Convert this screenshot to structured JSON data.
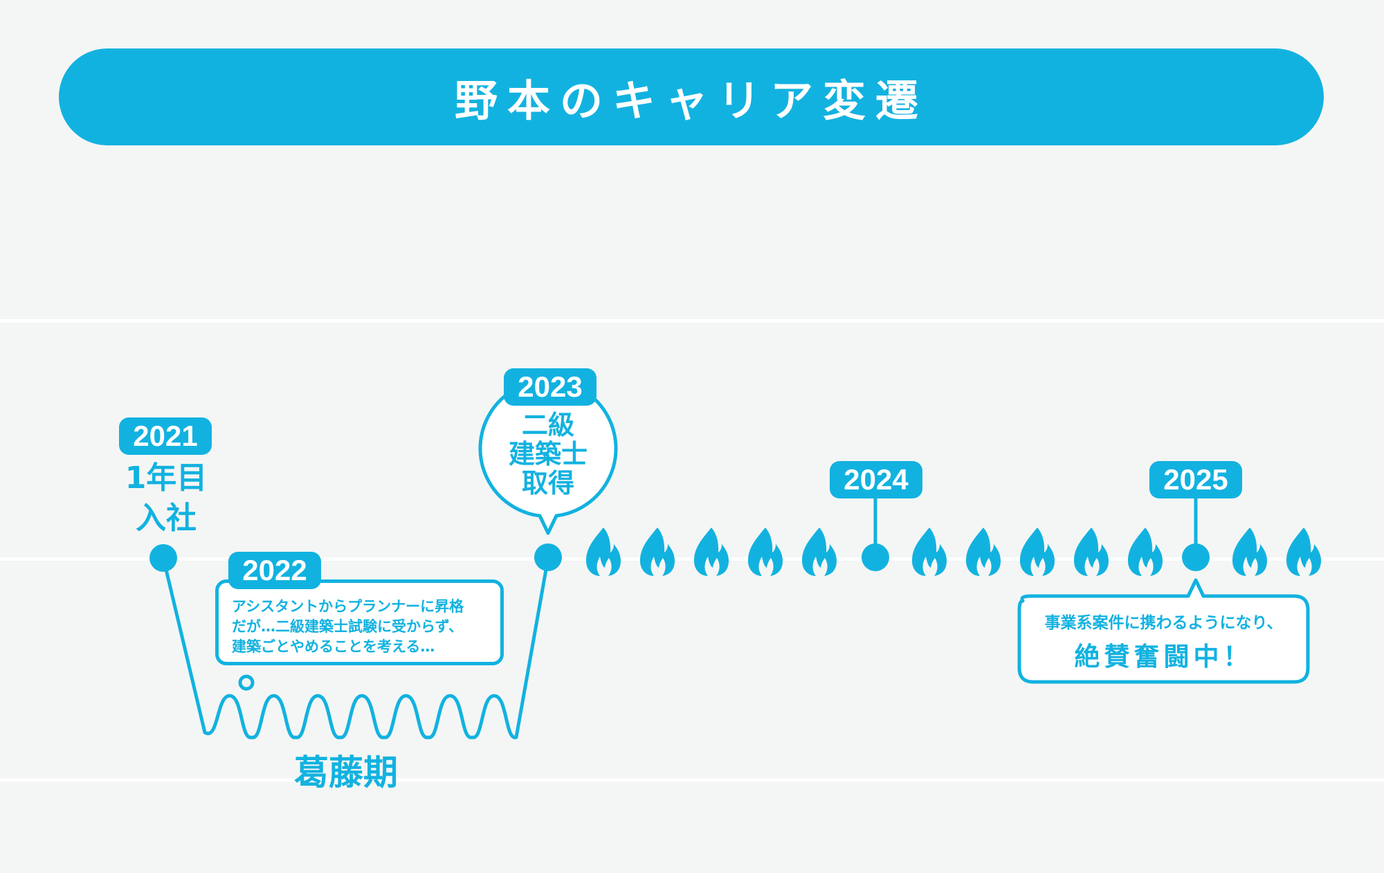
{
  "title": "野本のキャリア変遷",
  "colors": {
    "accent": "#12b2e0",
    "background": "#f4f6f5"
  },
  "milestones": [
    {
      "year": "2021",
      "text": [
        "1年目",
        "入社"
      ]
    },
    {
      "year": "2022",
      "text": [
        "アシスタントからプランナーに昇格",
        "だが…二級建築士試験に受からず、",
        "建築ごとやめることを考える…"
      ]
    },
    {
      "year": "2023",
      "text": [
        "二級",
        "建築士",
        "取得"
      ]
    },
    {
      "year": "2024"
    },
    {
      "year": "2025",
      "text": [
        "事業系案件に携わるようになり、",
        "絶賛奮闘中！"
      ]
    }
  ],
  "struggle_label": "葛藤期",
  "icons": {
    "flame": "flame-icon",
    "flame_count": 12
  }
}
